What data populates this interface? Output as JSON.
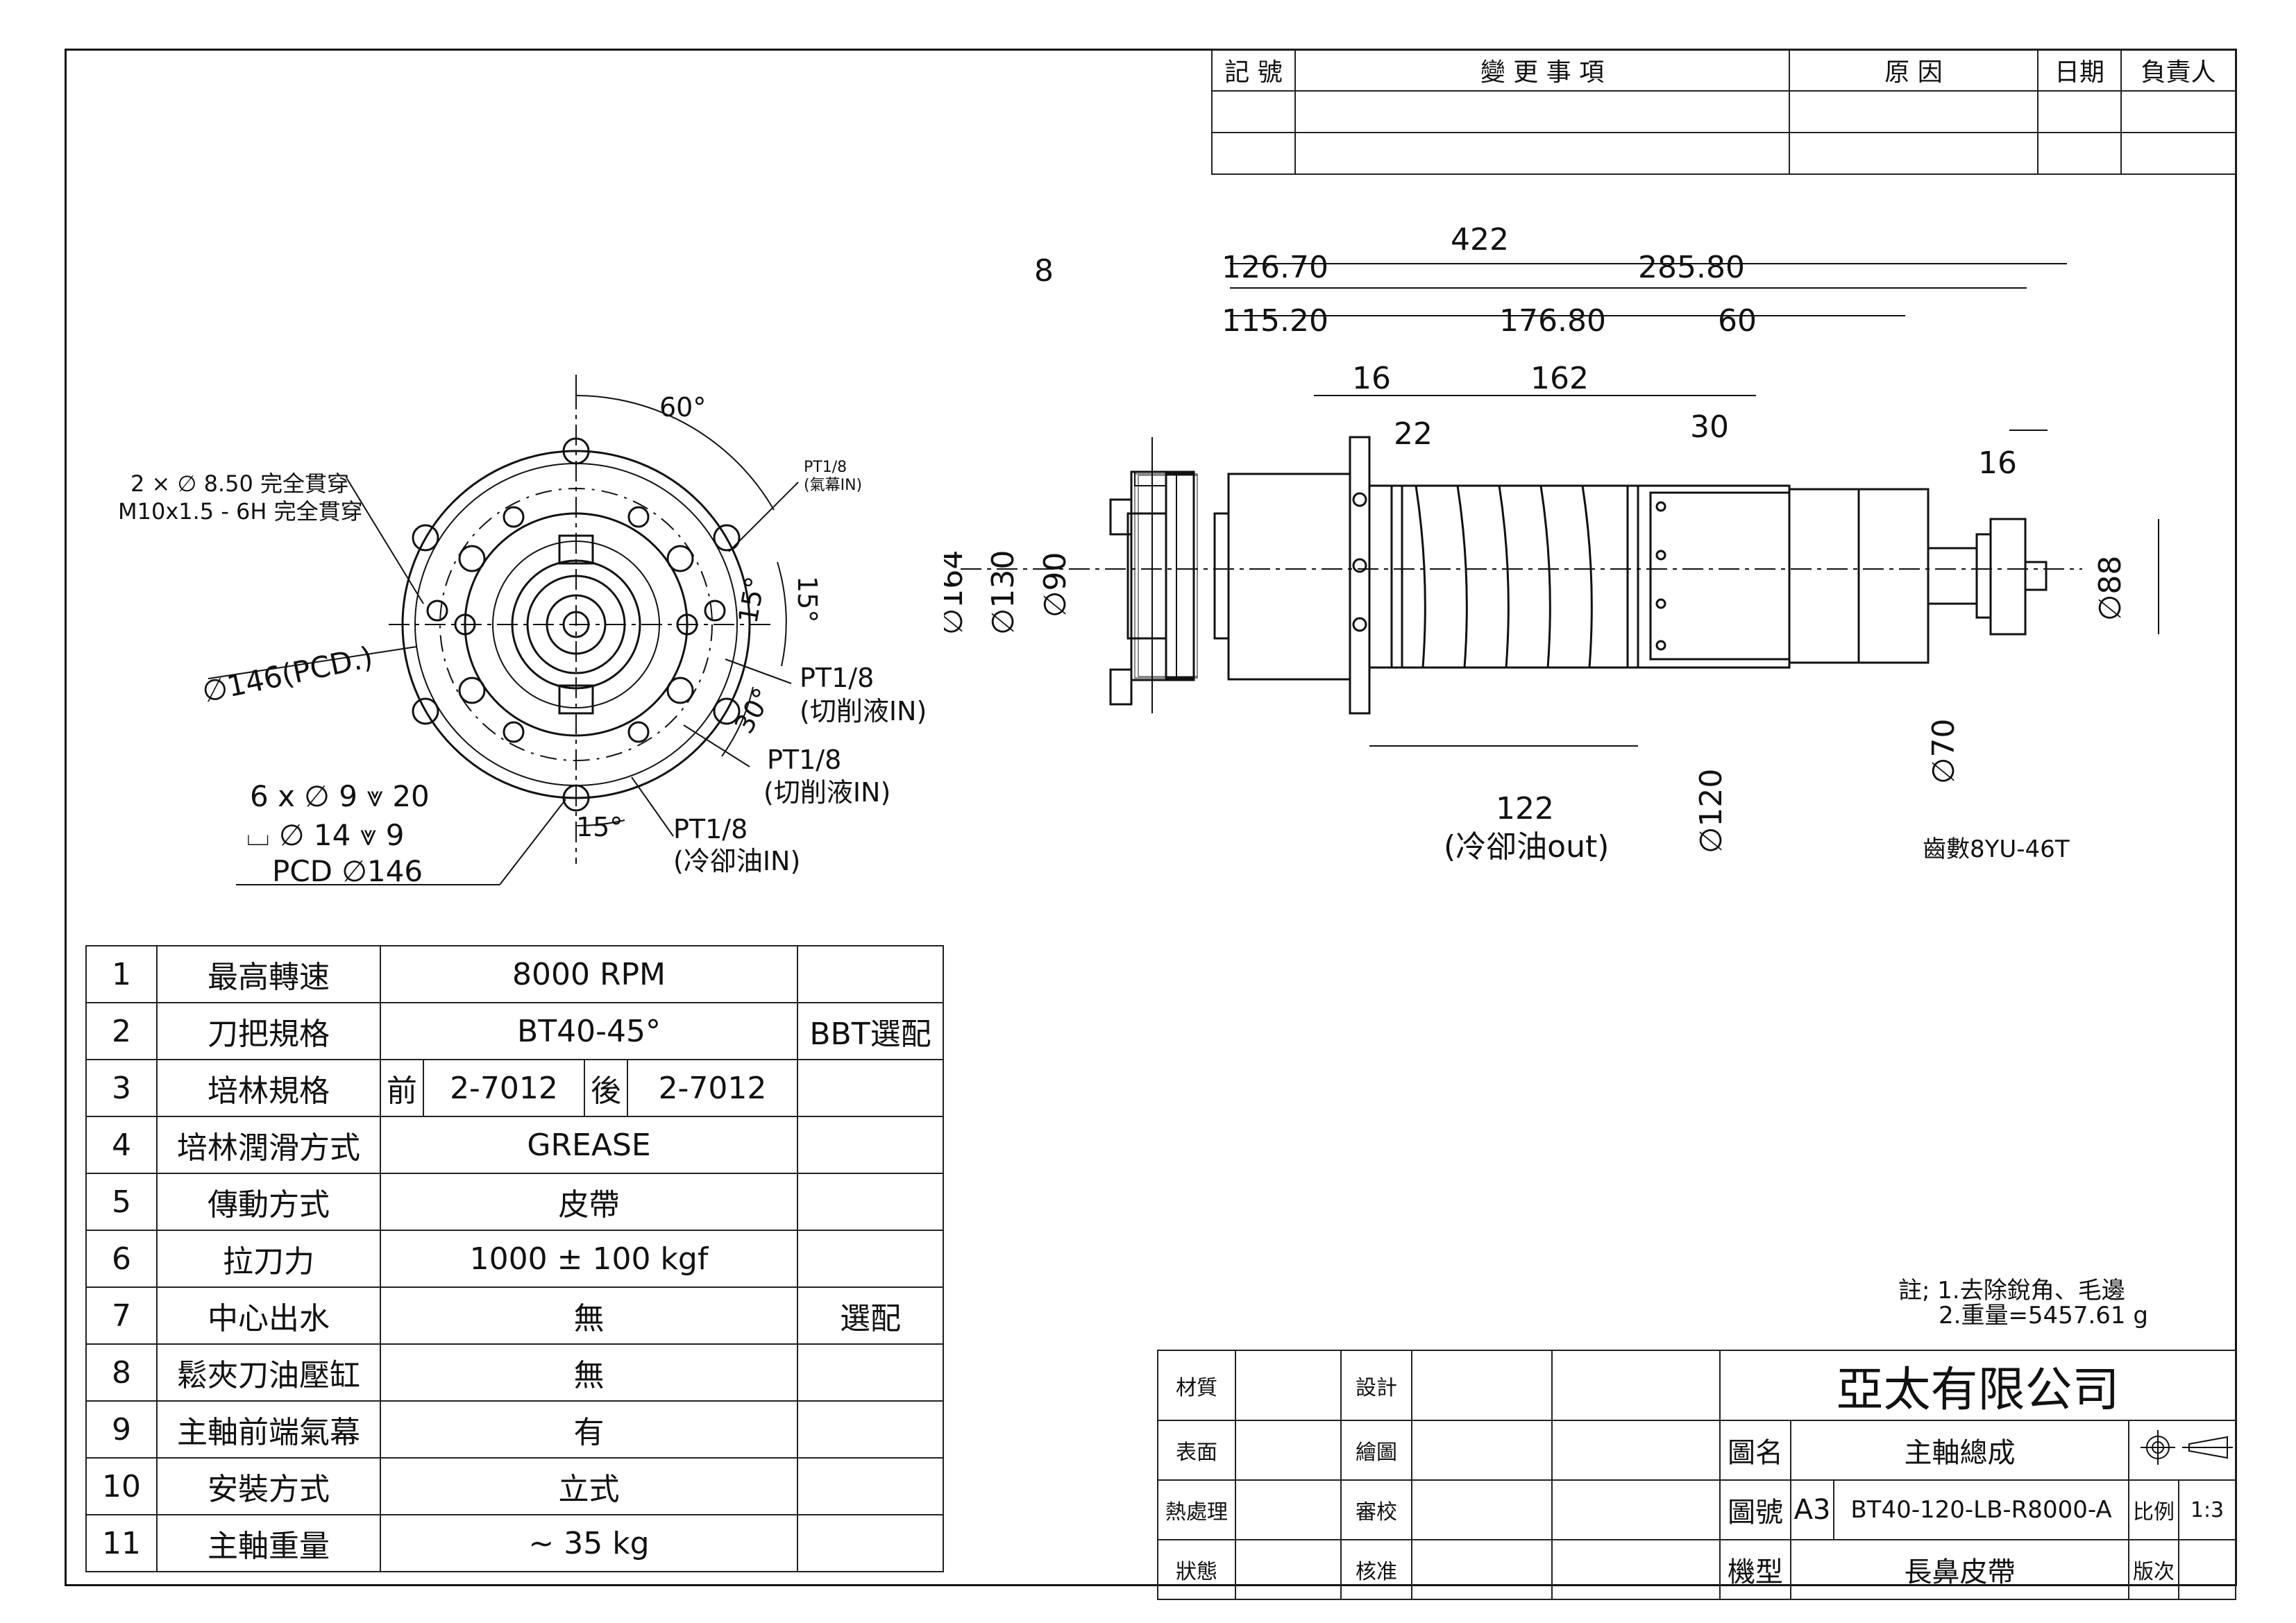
{
  "revision_table": {
    "headers": [
      "記 號",
      "變 更 事 項",
      "原 因",
      "日期",
      "負責人"
    ]
  },
  "front_view": {
    "labels": {
      "angle_60": "60°",
      "holes_1": "2 × ∅ 8.50 完全貫穿",
      "holes_2": "M10x1.5 - 6H 完全貫穿",
      "pt_air_1": "PT1/8",
      "pt_air_2": "(氣幕IN)",
      "angle_15a": "15°",
      "angle_15b": "15°",
      "angle_30": "30°",
      "pcd146": "∅146(PCD.)",
      "pt_cut1_1": "PT1/8",
      "pt_cut1_2": "(切削液IN)",
      "pt_cut2_1": "PT1/8",
      "pt_cut2_2": "(切削液IN)",
      "bolt_1": "6 x ∅ 9 ⩔ 20",
      "bolt_2": "⌴ ∅ 14 ⩔ 9",
      "bolt_3": "PCD ∅146",
      "angle_15c": "15°",
      "pt_cool_1": "PT1/8",
      "pt_cool_2": "(冷卻油IN)"
    }
  },
  "side_view": {
    "dims": {
      "d422": "422",
      "d8": "8",
      "d126": "126.70",
      "d285": "285.80",
      "d115": "115.20",
      "d176": "176.80",
      "d60": "60",
      "d16a": "16",
      "d162": "162",
      "d22": "22",
      "d30": "30",
      "d16b": "16",
      "dia164": "∅164",
      "dia130": "∅130",
      "dia90": "∅90",
      "dia88": "∅88",
      "dia70": "∅70",
      "dia120": "∅120",
      "d122": "122",
      "cool_out": "(冷卻油out)",
      "gear": "齒數8YU-46T"
    }
  },
  "spec_table": {
    "rows": [
      {
        "no": "1",
        "name": "最高轉速",
        "value": "8000   RPM",
        "option": ""
      },
      {
        "no": "2",
        "name": "刀把規格",
        "value": "BT40-45°",
        "option": "BBT選配"
      },
      {
        "no": "3",
        "name": "培林規格",
        "front_label": "前",
        "front": "2-7012",
        "rear_label": "後",
        "rear": "2-7012",
        "option": ""
      },
      {
        "no": "4",
        "name": "培林潤滑方式",
        "value": "GREASE",
        "option": ""
      },
      {
        "no": "5",
        "name": "傳動方式",
        "value": "皮帶",
        "option": ""
      },
      {
        "no": "6",
        "name": "拉刀力",
        "value": "1000 ± 100 kgf",
        "option": ""
      },
      {
        "no": "7",
        "name": "中心出水",
        "value": "無",
        "option": "選配"
      },
      {
        "no": "8",
        "name": "鬆夾刀油壓缸",
        "value": "無",
        "option": ""
      },
      {
        "no": "9",
        "name": "主軸前端氣幕",
        "value": "有",
        "option": ""
      },
      {
        "no": "10",
        "name": "安裝方式",
        "value": "立式",
        "option": ""
      },
      {
        "no": "11",
        "name": "主軸重量",
        "value": "~ 35 kg",
        "option": ""
      }
    ]
  },
  "notes": {
    "line1": "註; 1.去除銳角、毛邊",
    "line2": "2.重量=5457.61 g"
  },
  "title_block": {
    "material": "材質",
    "surface": "表面",
    "heat": "熱處理",
    "state": "狀態",
    "design": "設計",
    "draw": "繪圖",
    "review": "審校",
    "approve": "核准",
    "company": "亞太有限公司",
    "name_label": "圖名",
    "name": "主軸總成",
    "no_label": "圖號",
    "size": "A3",
    "drawing_no": "BT40-120-LB-R8000-A",
    "scale_label": "比例",
    "scale": "1:3",
    "model_label": "機型",
    "model": "長鼻皮帶",
    "version_label": "版次"
  }
}
